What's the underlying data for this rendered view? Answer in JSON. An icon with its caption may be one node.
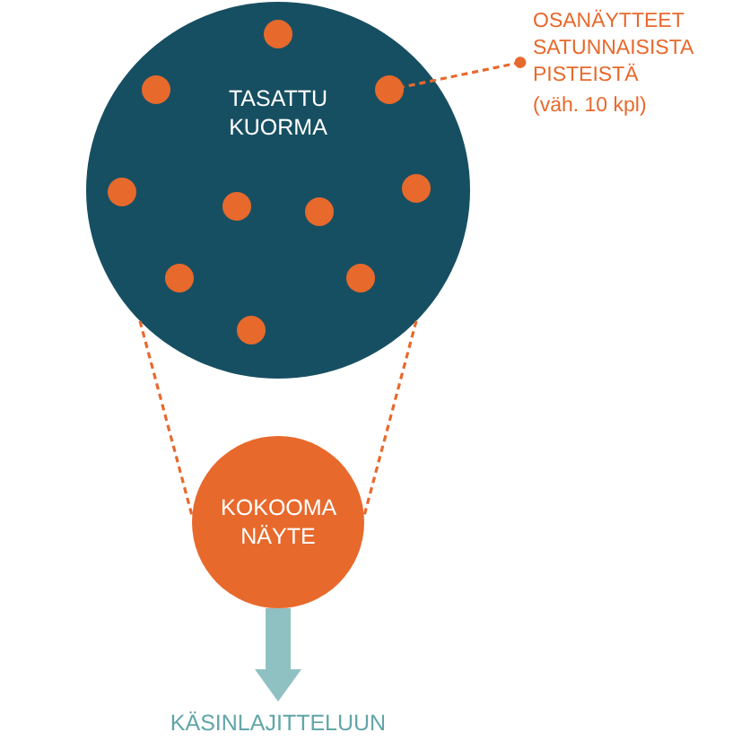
{
  "diagram": {
    "nodes": [
      {
        "text": [
          "TASATTU KUORMA"
        ]
      },
      {
        "text": [],
        "shape": "circle",
        "in": 0
      },
      {
        "text": [],
        "shape": "circle",
        "in": 0
      },
      {
        "text": [],
        "shape": "circle",
        "in": 0
      },
      {
        "text": [],
        "shape": "circle",
        "in": 0
      },
      {
        "text": [],
        "shape": "circle",
        "in": 0
      },
      {
        "text": [],
        "shape": "circle",
        "in": 0
      },
      {
        "text": [],
        "shape": "circle",
        "in": 0
      },
      {
        "text": [],
        "shape": "circle",
        "in": 0
      },
      {
        "text": [],
        "shape": "circle",
        "in": 0
      },
      {
        "text": [],
        "shape": "circle",
        "in": 0
      },
      {
        "text": [
          "OSANÄYTTEET SATUNNAISISTA PISTEISTÄ",
          "(väh. 10 kpl)"
        ]
      },
      {
        "text": [
          "KOKOOMA NÄYTE"
        ]
      },
      {
        "text": [
          "KÄSINLAJITTELUUN"
        ]
      }
    ],
    "edges": [
      {
        "from": 11,
        "to": 3,
        "arrow": "other",
        "style": "dashed"
      },
      {
        "from": 0,
        "to": 12,
        "arrow": "none",
        "style": "dashed"
      },
      {
        "from": 0,
        "to": 12,
        "arrow": "none",
        "style": "dashed"
      },
      {
        "from": 12,
        "to": 13,
        "arrow": "to",
        "style": "thick",
        "color": "#8fc1c3"
      }
    ]
  }
}
